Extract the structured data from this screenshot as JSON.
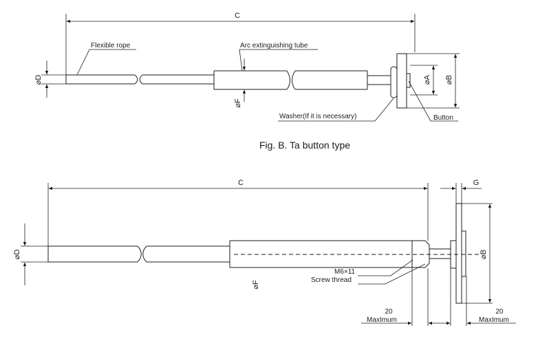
{
  "fig_b": {
    "caption": "Fig. B. Ta button type",
    "dim_c": "C",
    "dim_d": "⌀D",
    "dim_f": "⌀F",
    "dim_a": "⌀A",
    "dim_b": "⌀B",
    "label_flexible_rope": "Flexible rope",
    "label_arc_tube": "Arc extinguishing tube",
    "label_washer": "Washer(If it is necessary)",
    "label_button": "Button"
  },
  "fig_c": {
    "dim_c": "C",
    "dim_g": "G",
    "dim_d": "⌀D",
    "dim_f": "⌀F",
    "dim_b": "⌀B",
    "label_screw_size": "M6×11",
    "label_screw_thread": "Screw thread",
    "dim_20_left": "20",
    "dim_max_left": "MaxImum",
    "dim_20_right": "20",
    "dim_max_right": "MaxImum"
  }
}
